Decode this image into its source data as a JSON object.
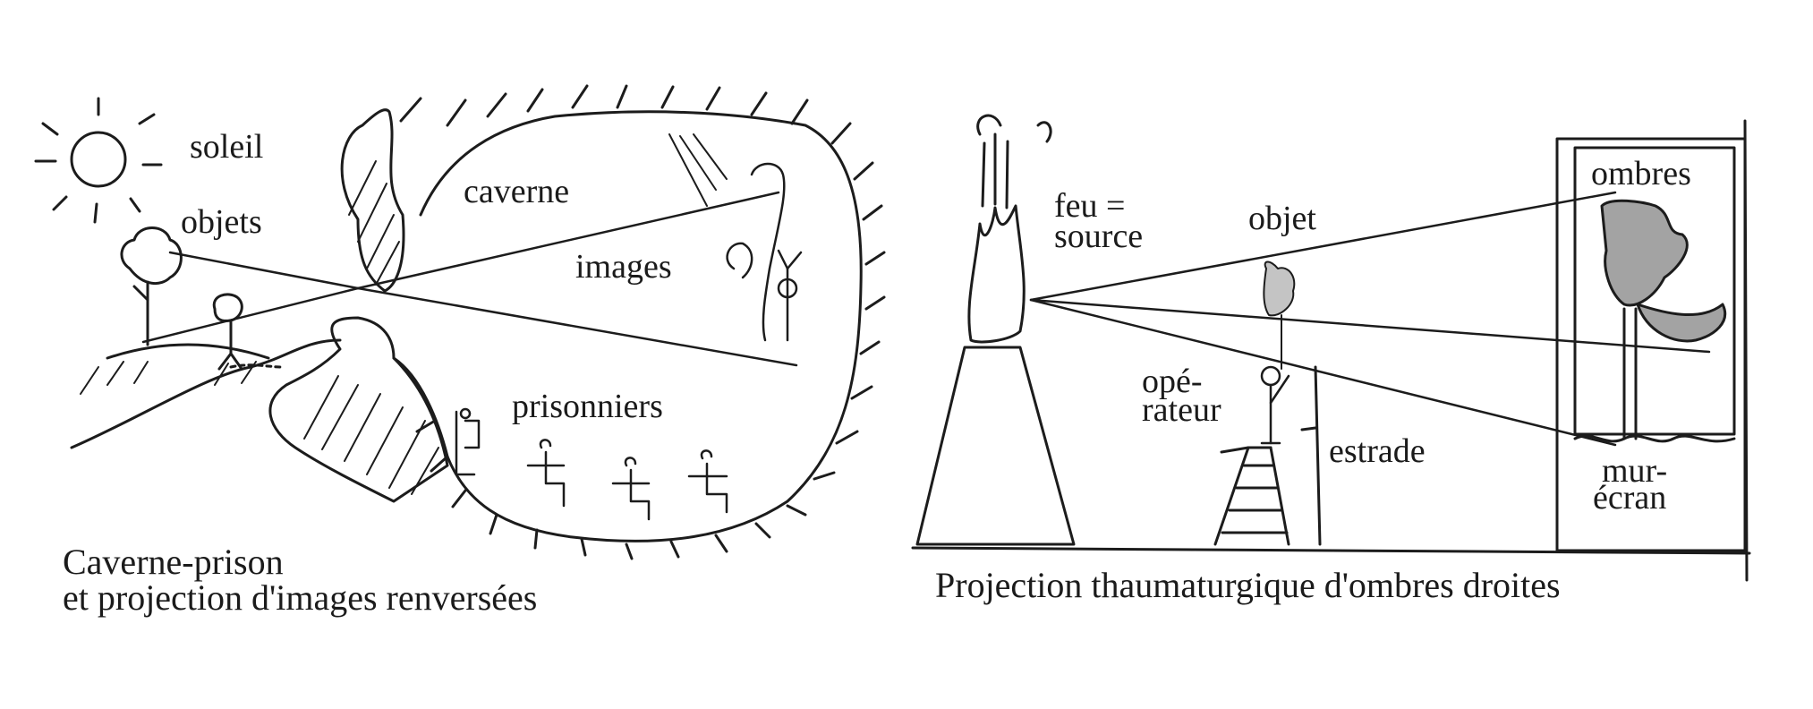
{
  "left_figure": {
    "labels": {
      "sun": "soleil",
      "objects": "objets",
      "cave": "caverne",
      "images": "images",
      "prisoners": "prisonniers"
    },
    "caption_line1": "Caverne-prison",
    "caption_line2": "et projection d'images renversées"
  },
  "right_figure": {
    "labels": {
      "fire_line1": "feu =",
      "fire_line2": "source",
      "object": "objet",
      "shadows": "ombres",
      "operator_line1": "opé-",
      "operator_line2": "rateur",
      "platform": "estrade",
      "wall_line1": "mur-",
      "wall_line2": "écran"
    },
    "caption": "Projection thaumaturgique d'ombres droites"
  }
}
